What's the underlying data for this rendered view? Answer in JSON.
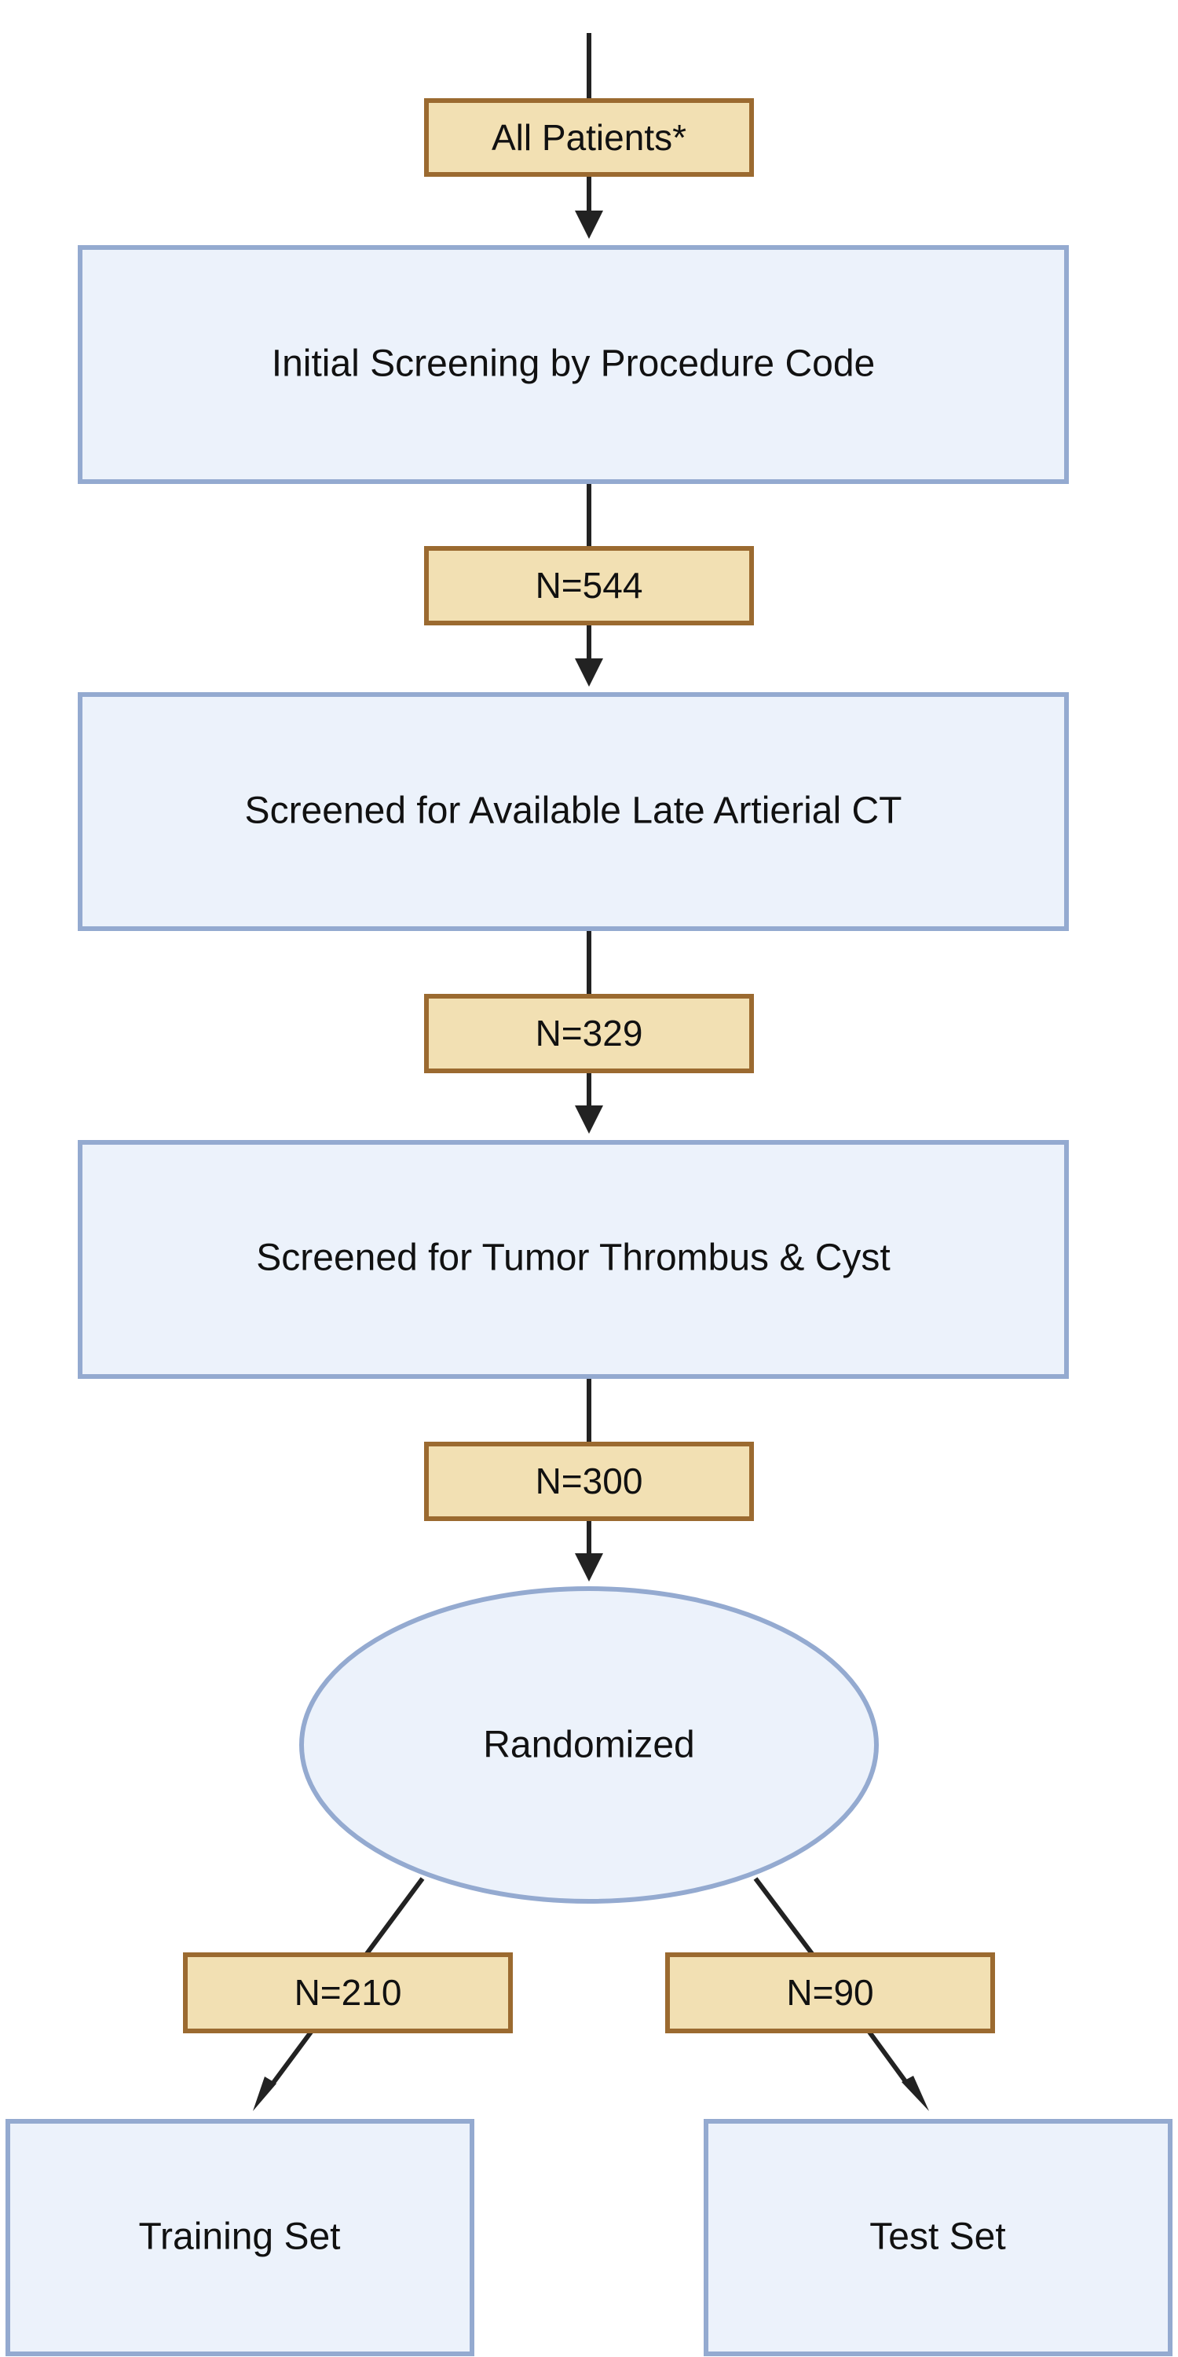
{
  "diagram": {
    "start_label": "All Patients*",
    "steps": [
      {
        "label": "Initial Screening by Procedure Code",
        "count_label": "N=544"
      },
      {
        "label": "Screened for Available Late Artierial CT",
        "count_label": "N=329"
      },
      {
        "label": "Screened for Tumor Thrombus & Cyst",
        "count_label": "N=300"
      }
    ],
    "randomization": {
      "label": "Randomized",
      "branches": [
        {
          "count_label": "N=210",
          "label": "Training Set"
        },
        {
          "count_label": "N=90",
          "label": "Test Set"
        }
      ]
    }
  },
  "colors": {
    "step_fill": "#ecf2fb",
    "step_stroke": "#94aad0",
    "count_fill": "#f2e0b3",
    "count_stroke": "#9b6a30",
    "connector": "#222222",
    "text": "#111111"
  }
}
